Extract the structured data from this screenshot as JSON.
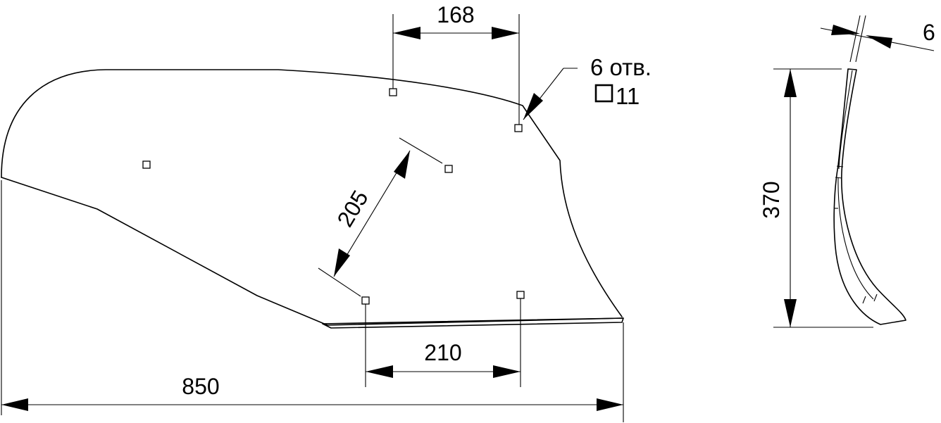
{
  "dimensions": {
    "top_spacing": "168",
    "diagonal_spacing": "205",
    "bottom_spacing": "210",
    "overall_length": "850",
    "side_height": "370",
    "thickness": "6"
  },
  "note": {
    "count_label": "6 отв.",
    "hole_size": "11"
  },
  "colors": {
    "line": "#000000",
    "background": "#ffffff"
  },
  "icons": {
    "hole_symbol": "square-hole-icon"
  }
}
